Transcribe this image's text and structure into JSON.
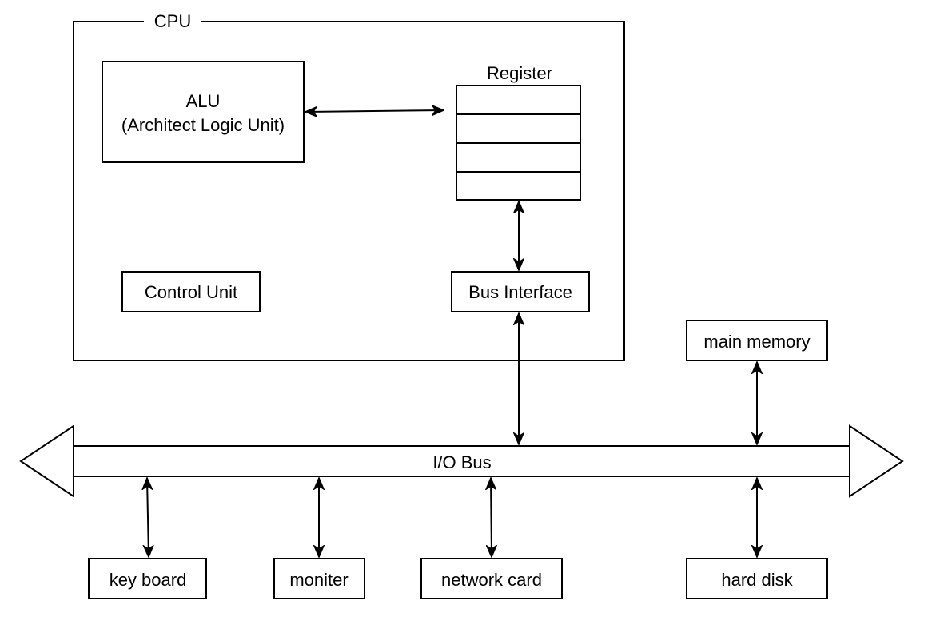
{
  "diagram": {
    "cpu": {
      "title": "CPU",
      "alu": {
        "line1": "ALU",
        "line2": "(Architect Logic Unit)"
      },
      "register": {
        "title": "Register",
        "slot_count": 4
      },
      "control_unit": "Control Unit",
      "bus_interface": "Bus Interface"
    },
    "main_memory": "main memory",
    "io_bus": "I/O Bus",
    "devices": {
      "keyboard": "key board",
      "monitor": "moniter",
      "network_card": "network card",
      "hard_disk": "hard disk"
    },
    "colors": {
      "stroke": "#000000",
      "fill": "#ffffff"
    }
  }
}
